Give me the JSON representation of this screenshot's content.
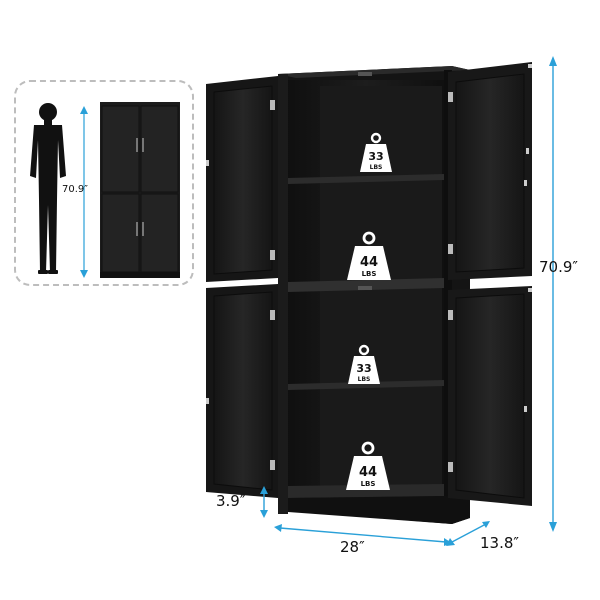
{
  "inset": {
    "height_label": "70.9″"
  },
  "weights": {
    "shelf_top_upper": {
      "value": "33",
      "unit": "LBS"
    },
    "shelf_bottom_upper": {
      "value": "44",
      "unit": "LBS"
    },
    "shelf_top_lower": {
      "value": "33",
      "unit": "LBS"
    },
    "shelf_bottom_lower": {
      "value": "44",
      "unit": "LBS"
    }
  },
  "dimensions": {
    "height": "70.9″",
    "width": "28″",
    "depth": "13.8″",
    "base_height": "3.9″"
  },
  "colors": {
    "cabinet": "#1e1e1e",
    "cabinet_dark": "#111111",
    "dimension_line": "#2aa0d8",
    "weight_badge": "#ffffff"
  }
}
